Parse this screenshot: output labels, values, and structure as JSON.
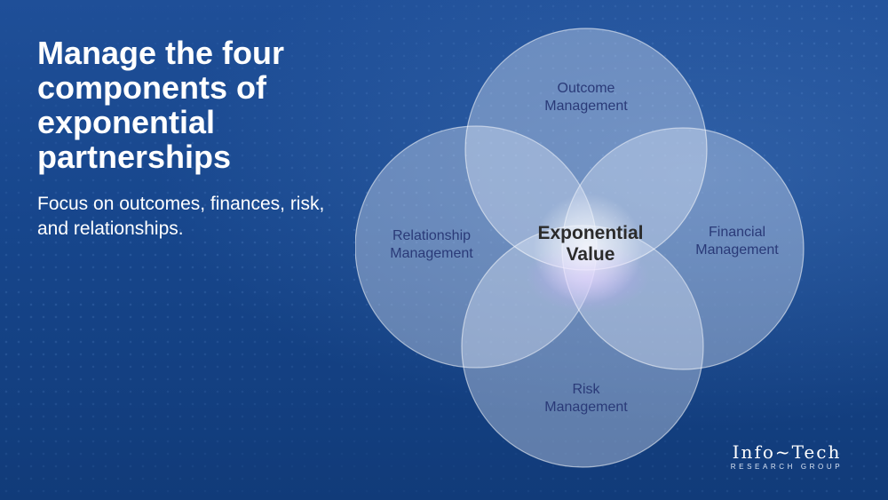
{
  "slide": {
    "title": "Manage the four components of exponential partnerships",
    "subtitle": "Focus on outcomes, finances, risk, and relationships."
  },
  "diagram": {
    "components": [
      {
        "line1": "Outcome",
        "line2": "Management"
      },
      {
        "line1": "Financial",
        "line2": "Management"
      },
      {
        "line1": "Risk",
        "line2": "Management"
      },
      {
        "line1": "Relationship",
        "line2": "Management"
      }
    ],
    "center": {
      "line1": "Exponential",
      "line2": "Value"
    }
  },
  "logo": {
    "main": "Info~Tech",
    "sub": "RESEARCH GROUP"
  },
  "colors": {
    "background": "#17468c",
    "headline": "#ffffff",
    "circle_label": "#2a3a78",
    "center_label": "#2b2b2b"
  }
}
